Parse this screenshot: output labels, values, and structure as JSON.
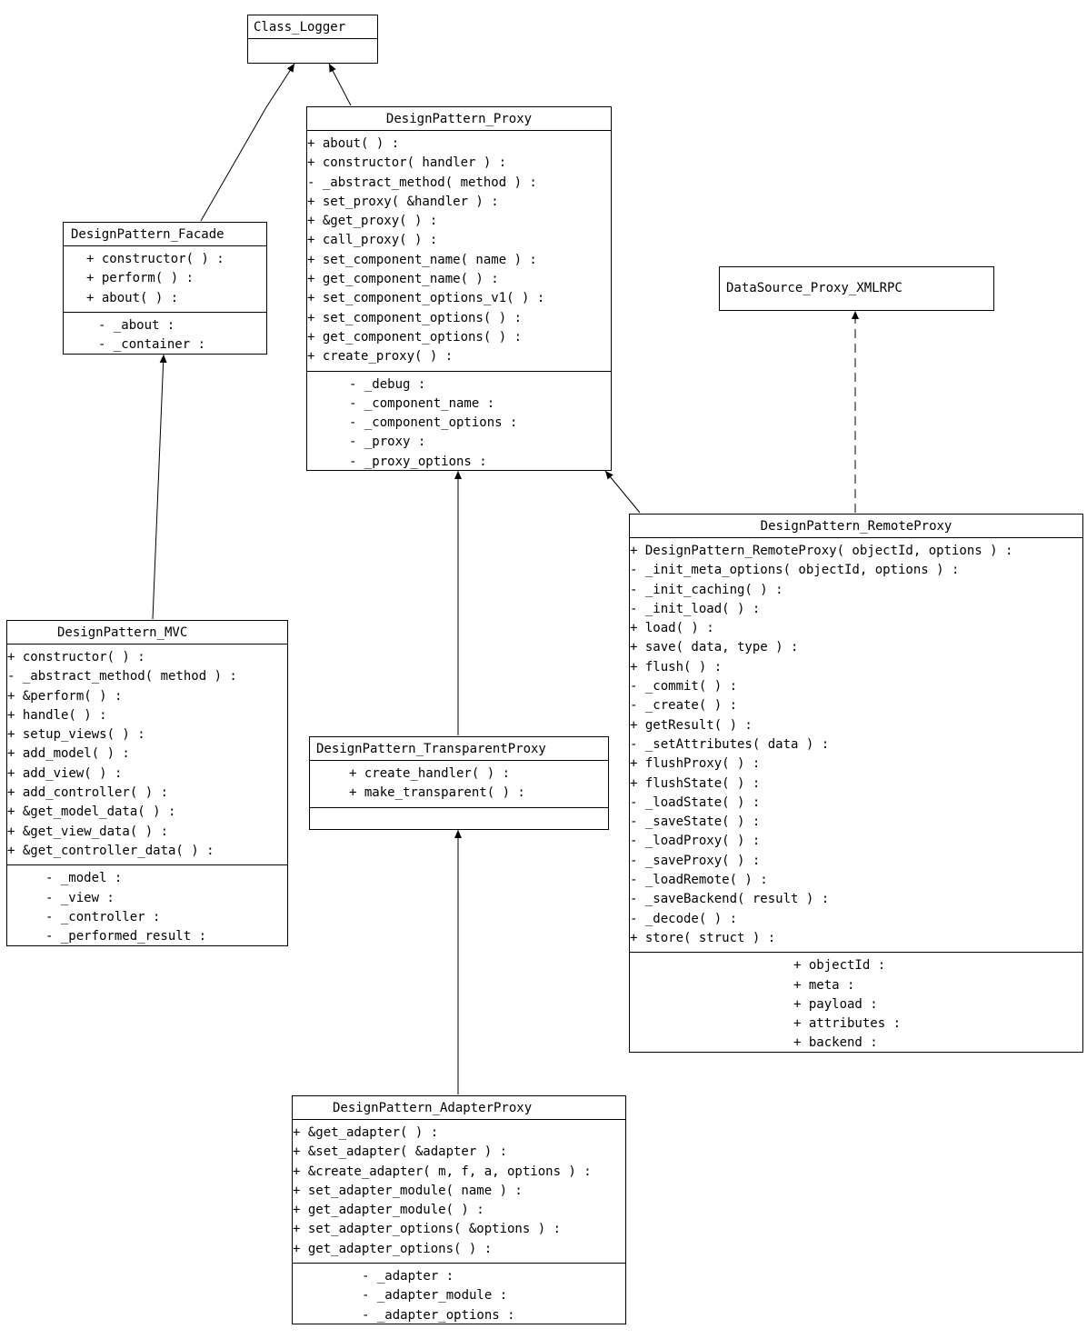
{
  "classes": {
    "class_logger": {
      "name": "Class_Logger",
      "methods": [],
      "attributes": []
    },
    "proxy": {
      "name": "DesignPattern_Proxy",
      "methods": [
        "+ about( ) :",
        "+ constructor( handler ) :",
        "- _abstract_method( method ) :",
        "+ set_proxy( &handler ) :",
        "+ &get_proxy( ) :",
        "+ call_proxy( ) :",
        "+ set_component_name( name ) :",
        "+ get_component_name( ) :",
        "+ set_component_options_v1( ) :",
        "+ set_component_options( ) :",
        "+ get_component_options( ) :",
        "+ create_proxy( ) :"
      ],
      "attributes": [
        "- _debug :",
        "- _component_name :",
        "- _component_options :",
        "- _proxy :",
        "- _proxy_options :"
      ]
    },
    "facade": {
      "name": "DesignPattern_Facade",
      "methods": [
        "+ constructor( ) :",
        "+ perform( ) :",
        "+ about( ) :"
      ],
      "attributes": [
        "- _about :",
        "- _container :"
      ]
    },
    "xmlrpc": {
      "name": "DataSource_Proxy_XMLRPC"
    },
    "remote": {
      "name": "DesignPattern_RemoteProxy",
      "methods": [
        "+ DesignPattern_RemoteProxy( objectId, options ) :",
        "- _init_meta_options( objectId, options ) :",
        "- _init_caching( ) :",
        "- _init_load( ) :",
        "+ load( ) :",
        "+ save( data, type ) :",
        "+ flush( ) :",
        "- _commit( ) :",
        "- _create( ) :",
        "+ getResult( ) :",
        "- _setAttributes( data ) :",
        "+ flushProxy( ) :",
        "+ flushState( ) :",
        "- _loadState( ) :",
        "- _saveState( ) :",
        "- _loadProxy( ) :",
        "- _saveProxy( ) :",
        "- _loadRemote( ) :",
        "- _saveBackend( result ) :",
        "- _decode( ) :",
        "+ store( struct ) :"
      ],
      "attributes": [
        "+ objectId :",
        "+ meta :",
        "+ payload :",
        "+ attributes :",
        "+ backend :"
      ]
    },
    "mvc": {
      "name": "DesignPattern_MVC",
      "methods": [
        "+ constructor( ) :",
        "- _abstract_method( method ) :",
        "+ &perform( ) :",
        "+ handle( ) :",
        "+ setup_views( ) :",
        "+ add_model( ) :",
        "+ add_view( ) :",
        "+ add_controller( ) :",
        "+ &get_model_data( ) :",
        "+ &get_view_data( ) :",
        "+ &get_controller_data( ) :"
      ],
      "attributes": [
        "- _model :",
        "- _view :",
        "- _controller :",
        "- _performed_result :"
      ]
    },
    "transparent": {
      "name": "DesignPattern_TransparentProxy",
      "methods": [
        "+ create_handler( ) :",
        "+ make_transparent( ) :"
      ],
      "attributes": []
    },
    "adapter": {
      "name": "DesignPattern_AdapterProxy",
      "methods": [
        "+ &get_adapter( ) :",
        "+ &set_adapter( &adapter ) :",
        "+ &create_adapter( m, f, a, options ) :",
        "+ set_adapter_module( name ) :",
        "+ get_adapter_module( ) :",
        "+ set_adapter_options( &options ) :",
        "+ get_adapter_options( ) :"
      ],
      "attributes": [
        "- _adapter :",
        "- _adapter_module :",
        "- _adapter_options :"
      ]
    }
  },
  "relations": [
    {
      "from": "DesignPattern_Proxy",
      "to": "Class_Logger",
      "kind": "inheritance"
    },
    {
      "from": "DesignPattern_Facade",
      "to": "Class_Logger",
      "kind": "inheritance"
    },
    {
      "from": "DesignPattern_MVC",
      "to": "DesignPattern_Facade",
      "kind": "inheritance"
    },
    {
      "from": "DesignPattern_TransparentProxy",
      "to": "DesignPattern_Proxy",
      "kind": "inheritance"
    },
    {
      "from": "DesignPattern_RemoteProxy",
      "to": "DesignPattern_Proxy",
      "kind": "inheritance"
    },
    {
      "from": "DesignPattern_RemoteProxy",
      "to": "DataSource_Proxy_XMLRPC",
      "kind": "dependency"
    },
    {
      "from": "DesignPattern_AdapterProxy",
      "to": "DesignPattern_TransparentProxy",
      "kind": "inheritance"
    }
  ]
}
